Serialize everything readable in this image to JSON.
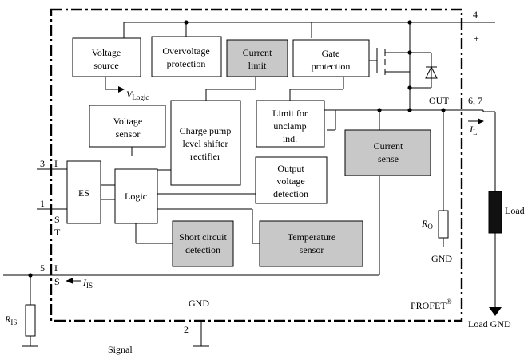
{
  "blocks": {
    "voltage_source": [
      "Voltage",
      "source"
    ],
    "overvoltage": [
      "Overvoltage",
      "protection"
    ],
    "current_limit": [
      "Current",
      "limit"
    ],
    "gate_protection": [
      "Gate",
      "protection"
    ],
    "voltage_sensor": [
      "Voltage",
      "sensor"
    ],
    "charge_pump": [
      "Charge pump",
      "level shifter",
      "rectifier"
    ],
    "limit_unclamp": [
      "Limit for",
      "unclamp",
      "ind."
    ],
    "current_sense": [
      "Current",
      "sense"
    ],
    "es": "ES",
    "logic": "Logic",
    "output_voltage": [
      "Output",
      "voltage",
      "detection"
    ],
    "short_circuit": [
      "Short circuit",
      "detection"
    ],
    "temperature": [
      "Temperature",
      "sensor"
    ]
  },
  "labels": {
    "vlogic_v": "V",
    "vlogic_sub": "Logic",
    "pin4": "4",
    "plus": "+",
    "out": "OUT",
    "pin67": "6, 7",
    "il": "I",
    "il_sub": "L",
    "load": "Load",
    "ro": "R",
    "ro_sub": "O",
    "gnd_inner": "GND",
    "pin3": "3",
    "pin3_i": "I",
    "pin1": "1",
    "pin1_s": "S",
    "pin1_t": "T",
    "pin5": "5",
    "pin5_i": "I",
    "pin5_s": "S",
    "iis": "I",
    "iis_sub": "IS",
    "ris": "R",
    "ris_sub": "IS",
    "gnd_bottom": "GND",
    "pin2": "2",
    "signal": "Signal",
    "profet": "PROFET",
    "reg": "®",
    "load_gnd": "Load GND"
  }
}
